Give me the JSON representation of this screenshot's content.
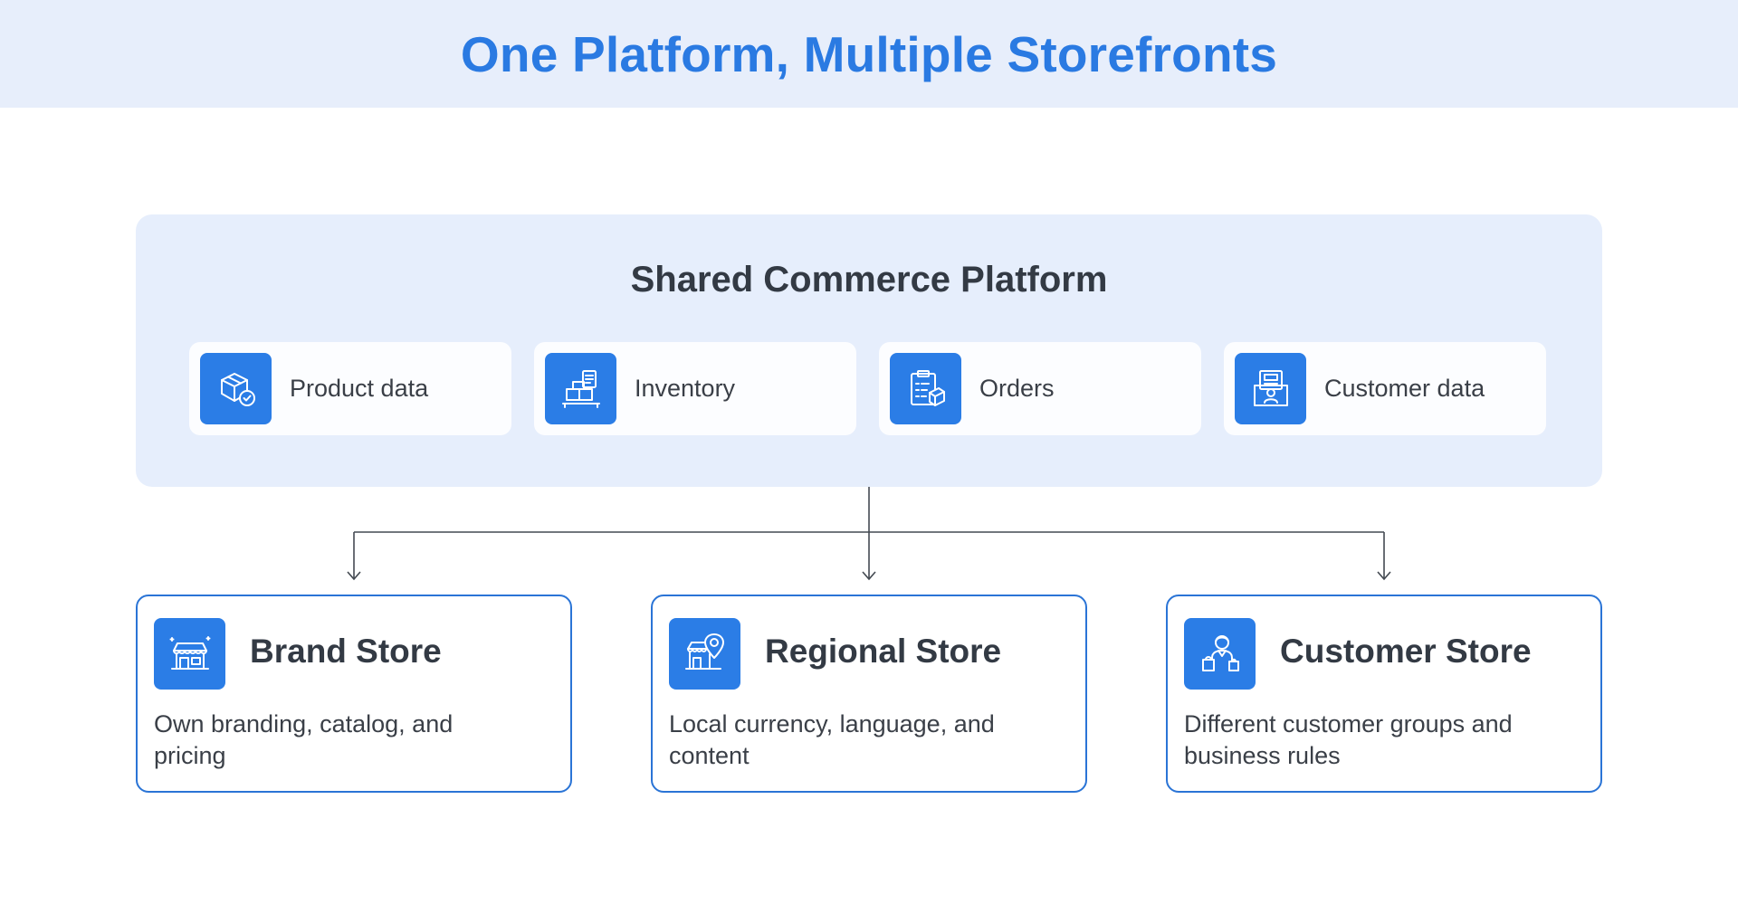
{
  "header": {
    "title": "One Platform, Multiple Storefronts"
  },
  "platform": {
    "title": "Shared Commerce Platform",
    "features": [
      {
        "label": "Product data",
        "icon": "box-check-icon"
      },
      {
        "label": "Inventory",
        "icon": "inventory-boxes-icon"
      },
      {
        "label": "Orders",
        "icon": "order-clipboard-icon"
      },
      {
        "label": "Customer data",
        "icon": "customer-file-icon"
      }
    ]
  },
  "stores": [
    {
      "title": "Brand Store",
      "description": "Own branding, catalog, and pricing",
      "icon": "storefront-icon"
    },
    {
      "title": "Regional Store",
      "description": "Local currency, language, and content",
      "icon": "store-location-icon"
    },
    {
      "title": "Customer Store",
      "description": "Different customer groups and business rules",
      "icon": "shopper-icon"
    }
  ],
  "colors": {
    "accent": "#2b7de6",
    "header_bg": "#e7eefb",
    "panel_bg": "#e6eefc",
    "border": "#2a74d6"
  }
}
